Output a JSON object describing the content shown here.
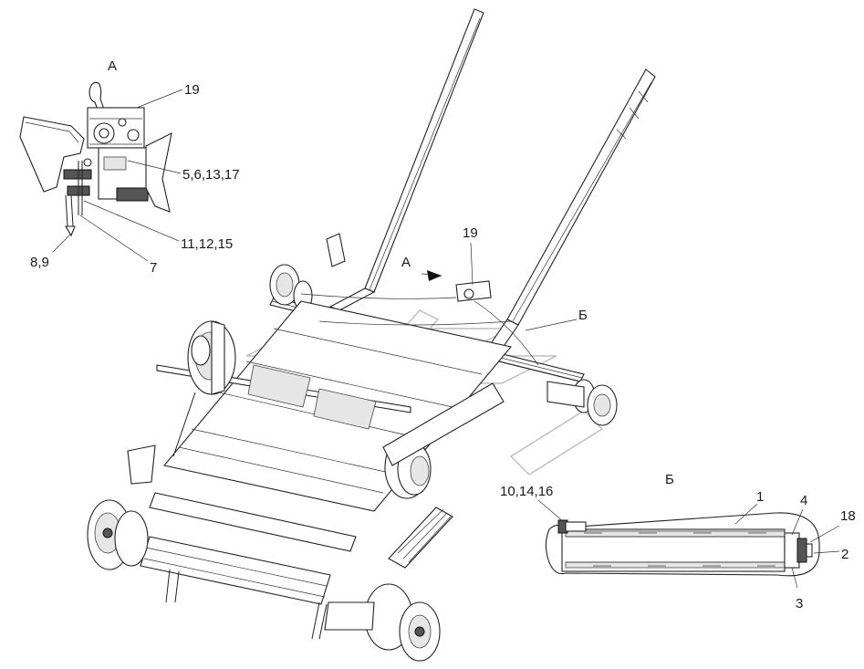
{
  "view_a": {
    "letter": "А",
    "callouts": {
      "c19": "19",
      "c5_6_13_17": "5,6,13,17",
      "c11_12_15": "11,12,15",
      "c8_9": "8,9",
      "c7": "7"
    }
  },
  "main": {
    "callouts": {
      "c19": "19",
      "view_a": "А",
      "view_b": "Б"
    }
  },
  "view_b": {
    "letter": "Б",
    "callouts": {
      "c10_14_16": "10,14,16",
      "c1": "1",
      "c4": "4",
      "c18": "18",
      "c2": "2",
      "c3": "3"
    }
  }
}
